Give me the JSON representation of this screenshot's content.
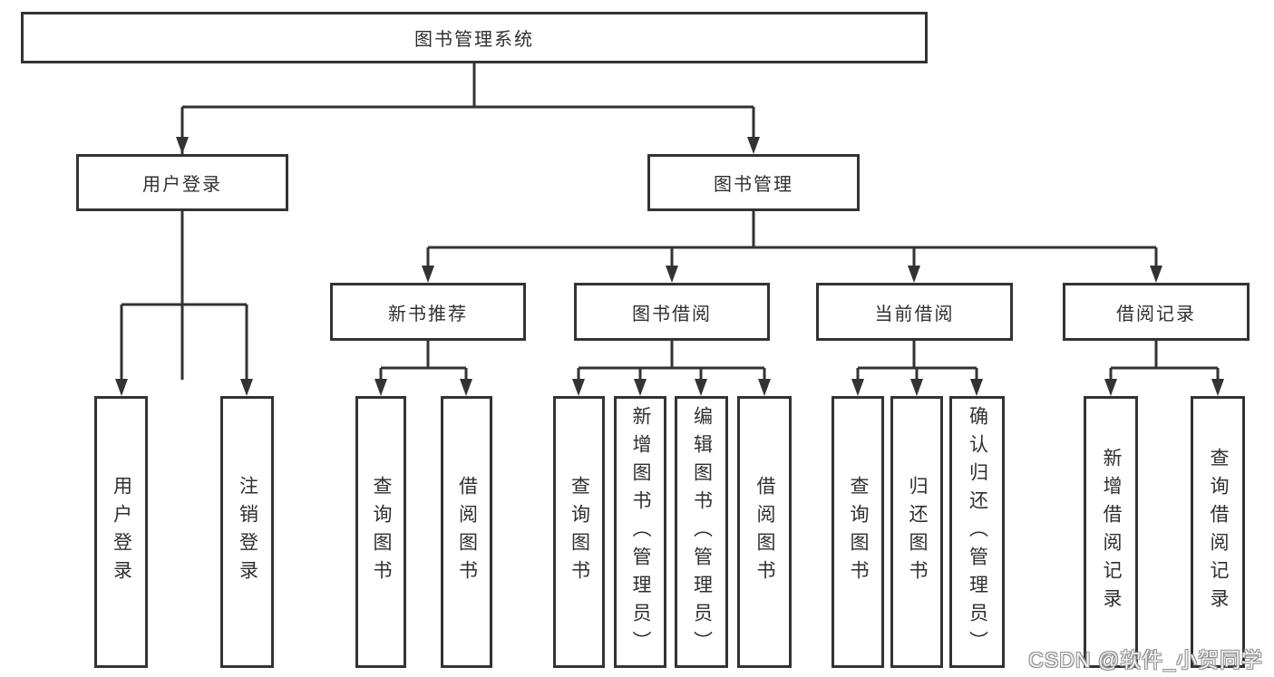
{
  "tree": {
    "label": "图书管理系统",
    "children": [
      {
        "label": "用户登录",
        "children": [
          {
            "label": "用户登录"
          },
          {
            "label": "注销登录"
          }
        ]
      },
      {
        "label": "图书管理",
        "children": [
          {
            "label": "新书推荐",
            "children": [
              {
                "label": "查询图书"
              },
              {
                "label": "借阅图书"
              }
            ]
          },
          {
            "label": "图书借阅",
            "children": [
              {
                "label": "查询图书"
              },
              {
                "label": "新增图书（管理员）"
              },
              {
                "label": "编辑图书（管理员）"
              },
              {
                "label": "借阅图书"
              }
            ]
          },
          {
            "label": "当前借阅",
            "children": [
              {
                "label": "查询图书"
              },
              {
                "label": "归还图书"
              },
              {
                "label": "确认归还（管理员）"
              }
            ]
          },
          {
            "label": "借阅记录",
            "children": [
              {
                "label": "新增借阅记录"
              },
              {
                "label": "查询借阅记录"
              }
            ]
          }
        ]
      }
    ]
  },
  "watermark": "CSDN @软件_小贺同学",
  "colors": {
    "line": "#333333",
    "box_border": "#333333",
    "text": "#2f2f2f",
    "background": "#ffffff",
    "watermark_outline": "#909090"
  }
}
